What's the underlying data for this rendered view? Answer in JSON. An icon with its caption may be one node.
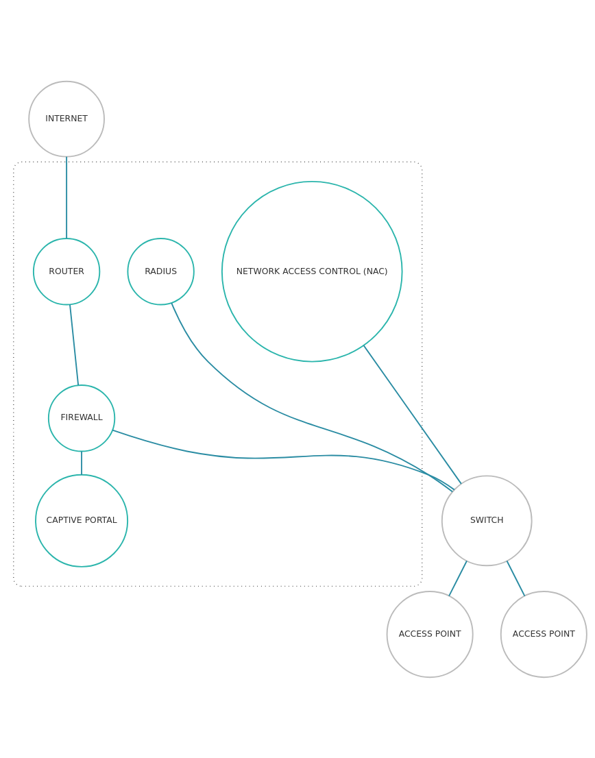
{
  "diagram": {
    "nodes": [
      {
        "text": [
          "INTERNET"
        ]
      },
      {
        "text": [],
        "shape": "box"
      },
      {
        "text": [
          "ROUTER"
        ],
        "in": 1
      },
      {
        "text": [
          "CAPTIVE PORTAL"
        ],
        "in": 1
      },
      {
        "text": [
          "RADIUS"
        ],
        "in": 1
      },
      {
        "text": [
          "FIREWALL"
        ],
        "in": 1
      },
      {
        "text": [
          "NETWORK ACCESS CONTROL (NAC)"
        ],
        "in": 1
      },
      {
        "text": [
          "SWITCH"
        ]
      },
      {
        "text": [
          "ACCESS POINT"
        ]
      },
      {
        "text": [
          "ACCESS POINT"
        ]
      }
    ],
    "edges": [
      {
        "from": 0,
        "to": 2,
        "arrow": "none"
      },
      {
        "from": 2,
        "to": 5,
        "arrow": "none"
      },
      {
        "from": 5,
        "to": 3,
        "arrow": "none"
      },
      {
        "from": 5,
        "to": 7,
        "arrow": "none"
      },
      {
        "from": 4,
        "to": 7,
        "arrow": "none"
      },
      {
        "from": 6,
        "to": 7,
        "arrow": "none"
      },
      {
        "from": 7,
        "to": 8,
        "arrow": "none"
      },
      {
        "from": 7,
        "to": 9,
        "arrow": "none"
      }
    ]
  }
}
